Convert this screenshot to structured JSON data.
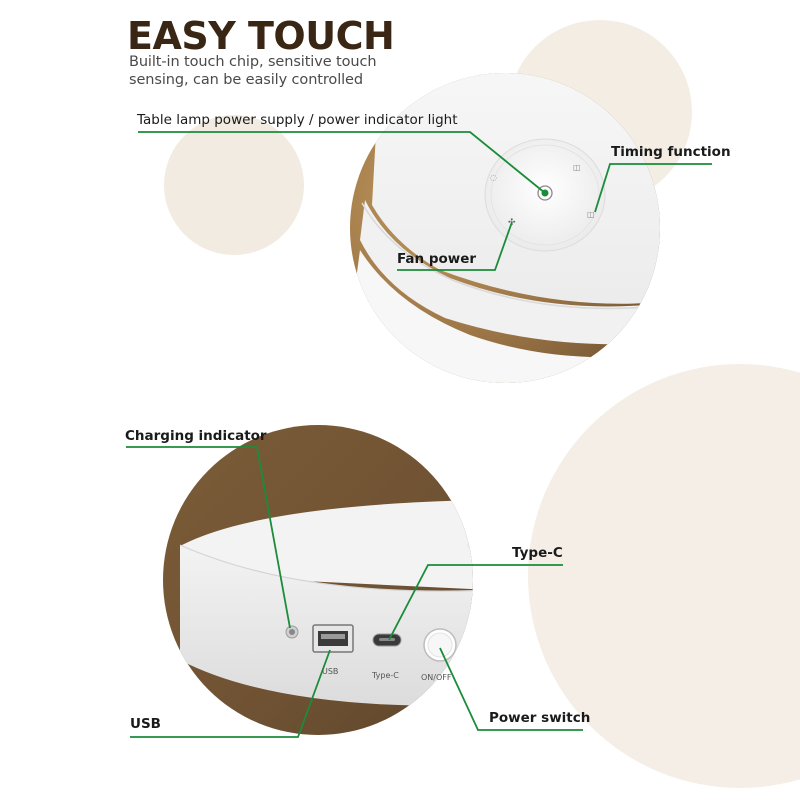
{
  "header": {
    "title": "EASY TOUCH",
    "subtitle_line1": "Built-in touch chip, sensitive touch",
    "subtitle_line2": "sensing, can be easily controlled"
  },
  "top_panel": {
    "callouts": {
      "power_light": "Table lamp power supply / power indicator light",
      "timing": "Timing function",
      "fan_power": "Fan power"
    }
  },
  "bottom_panel": {
    "callouts": {
      "charging": "Charging indicator",
      "type_c": "Type-C",
      "usb": "USB",
      "power_switch": "Power switch"
    },
    "port_labels": {
      "usb": "USB",
      "type_c": "Type-C",
      "on_off": "ON/OFF"
    }
  },
  "colors": {
    "leader_line": "#1a8c3a",
    "headline": "#3a2614",
    "wood": "#7a5a36",
    "cream_circle": "#f4ede4"
  }
}
